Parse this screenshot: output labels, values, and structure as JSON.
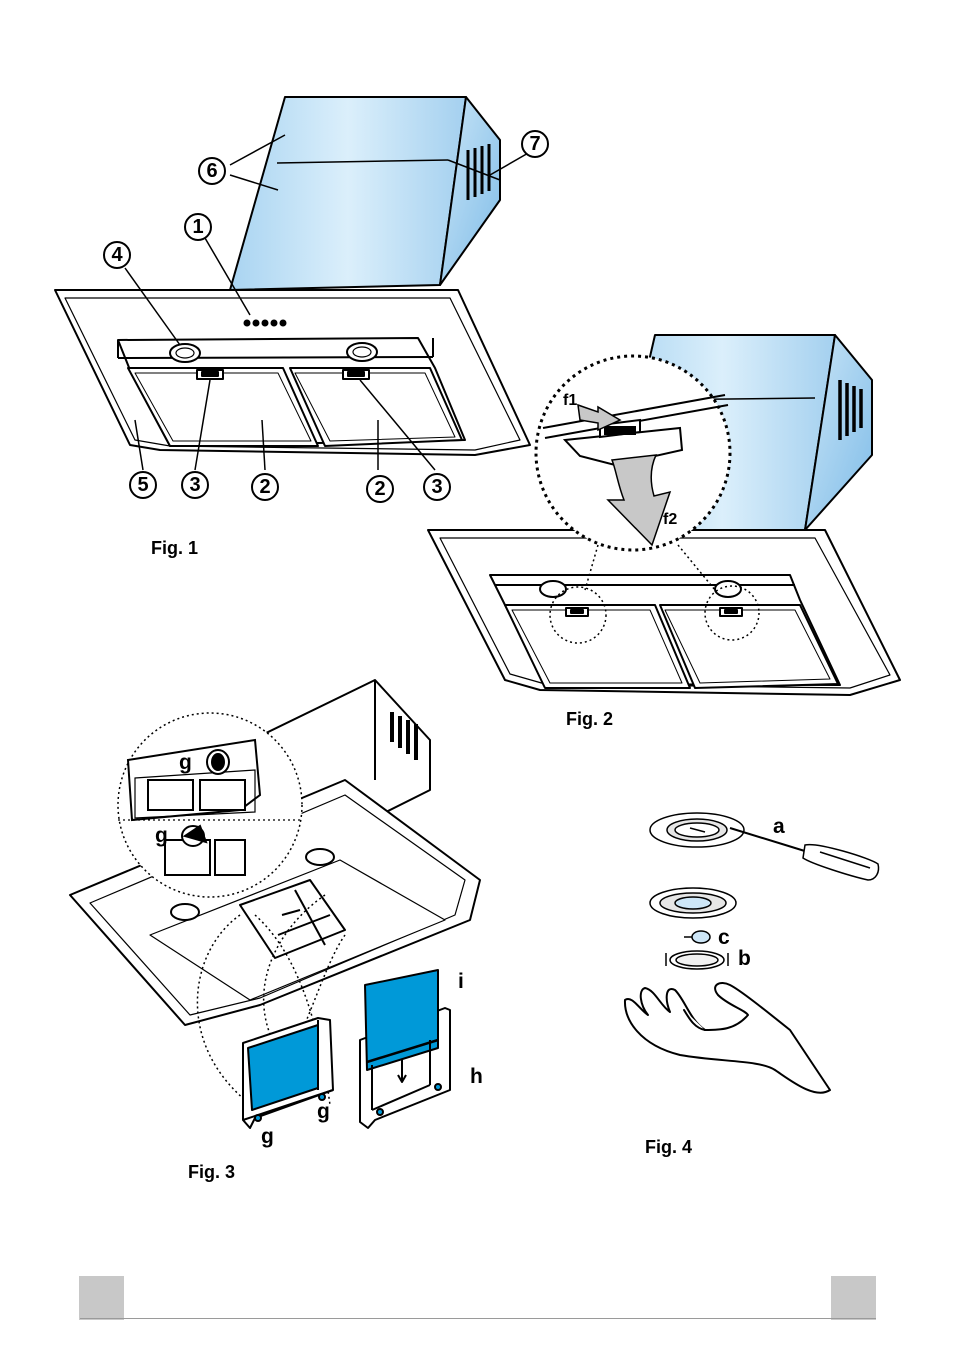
{
  "fig1": {
    "caption": "Fig. 1",
    "callouts": {
      "c1": "1",
      "c2a": "2",
      "c2b": "2",
      "c3a": "3",
      "c3b": "3",
      "c4": "4",
      "c5": "5",
      "c6": "6",
      "c7": "7"
    }
  },
  "fig2": {
    "caption": "Fig. 2",
    "f1": "f1",
    "f2": "f2"
  },
  "fig3": {
    "caption": "Fig. 3",
    "g1": "g",
    "g2": "g",
    "g3": "g",
    "g4": "g",
    "h": "h",
    "i": "i"
  },
  "fig4": {
    "caption": "Fig. 4",
    "a": "a",
    "b": "b",
    "c": "c"
  },
  "colors": {
    "panel_blue": "#b8dcf3",
    "filter_blue": "#0099d8",
    "footer_gray": "#c8c8c8"
  }
}
